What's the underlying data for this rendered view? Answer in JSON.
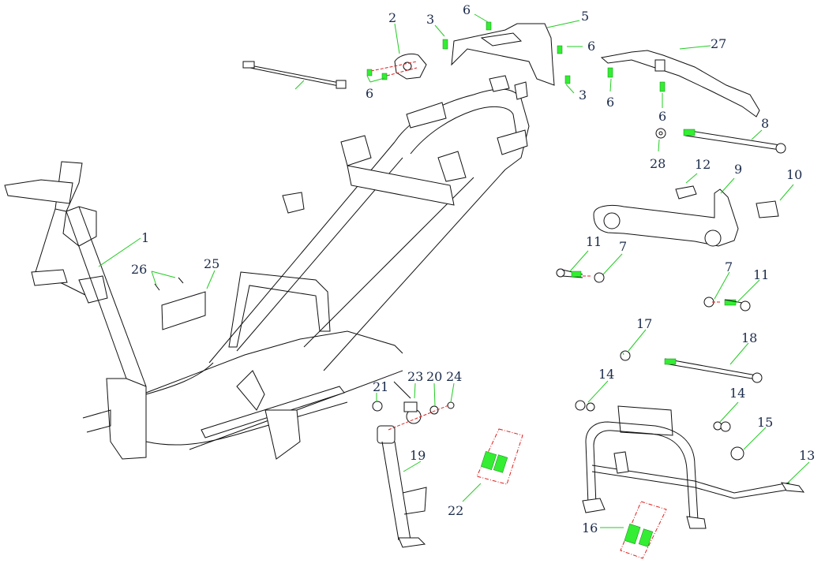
{
  "diagram": {
    "title": "Scooter frame and stands exploded parts diagram",
    "colors": {
      "outline": "#111111",
      "leader": "#22cc22",
      "axis": "#e02020",
      "thread": "#33ee33",
      "label": "#1a2a4a"
    },
    "labels": [
      {
        "id": "1",
        "text": "1"
      },
      {
        "id": "2",
        "text": "2"
      },
      {
        "id": "3a",
        "text": "3"
      },
      {
        "id": "3b",
        "text": "3"
      },
      {
        "id": "5",
        "text": "5"
      },
      {
        "id": "6a",
        "text": "6"
      },
      {
        "id": "6b",
        "text": "6"
      },
      {
        "id": "6c",
        "text": "6"
      },
      {
        "id": "6d",
        "text": "6"
      },
      {
        "id": "6e",
        "text": "6"
      },
      {
        "id": "7a",
        "text": "7"
      },
      {
        "id": "7b",
        "text": "7"
      },
      {
        "id": "8",
        "text": "8"
      },
      {
        "id": "9",
        "text": "9"
      },
      {
        "id": "10",
        "text": "10"
      },
      {
        "id": "11a",
        "text": "11"
      },
      {
        "id": "11b",
        "text": "11"
      },
      {
        "id": "12",
        "text": "12"
      },
      {
        "id": "13",
        "text": "13"
      },
      {
        "id": "14a",
        "text": "14"
      },
      {
        "id": "14b",
        "text": "14"
      },
      {
        "id": "15",
        "text": "15"
      },
      {
        "id": "16",
        "text": "16"
      },
      {
        "id": "17",
        "text": "17"
      },
      {
        "id": "18",
        "text": "18"
      },
      {
        "id": "19",
        "text": "19"
      },
      {
        "id": "20",
        "text": "20"
      },
      {
        "id": "21",
        "text": "21"
      },
      {
        "id": "22",
        "text": "22"
      },
      {
        "id": "23",
        "text": "23"
      },
      {
        "id": "24",
        "text": "24"
      },
      {
        "id": "25",
        "text": "25"
      },
      {
        "id": "26",
        "text": "26"
      },
      {
        "id": "27",
        "text": "27"
      },
      {
        "id": "28",
        "text": "28"
      }
    ]
  }
}
